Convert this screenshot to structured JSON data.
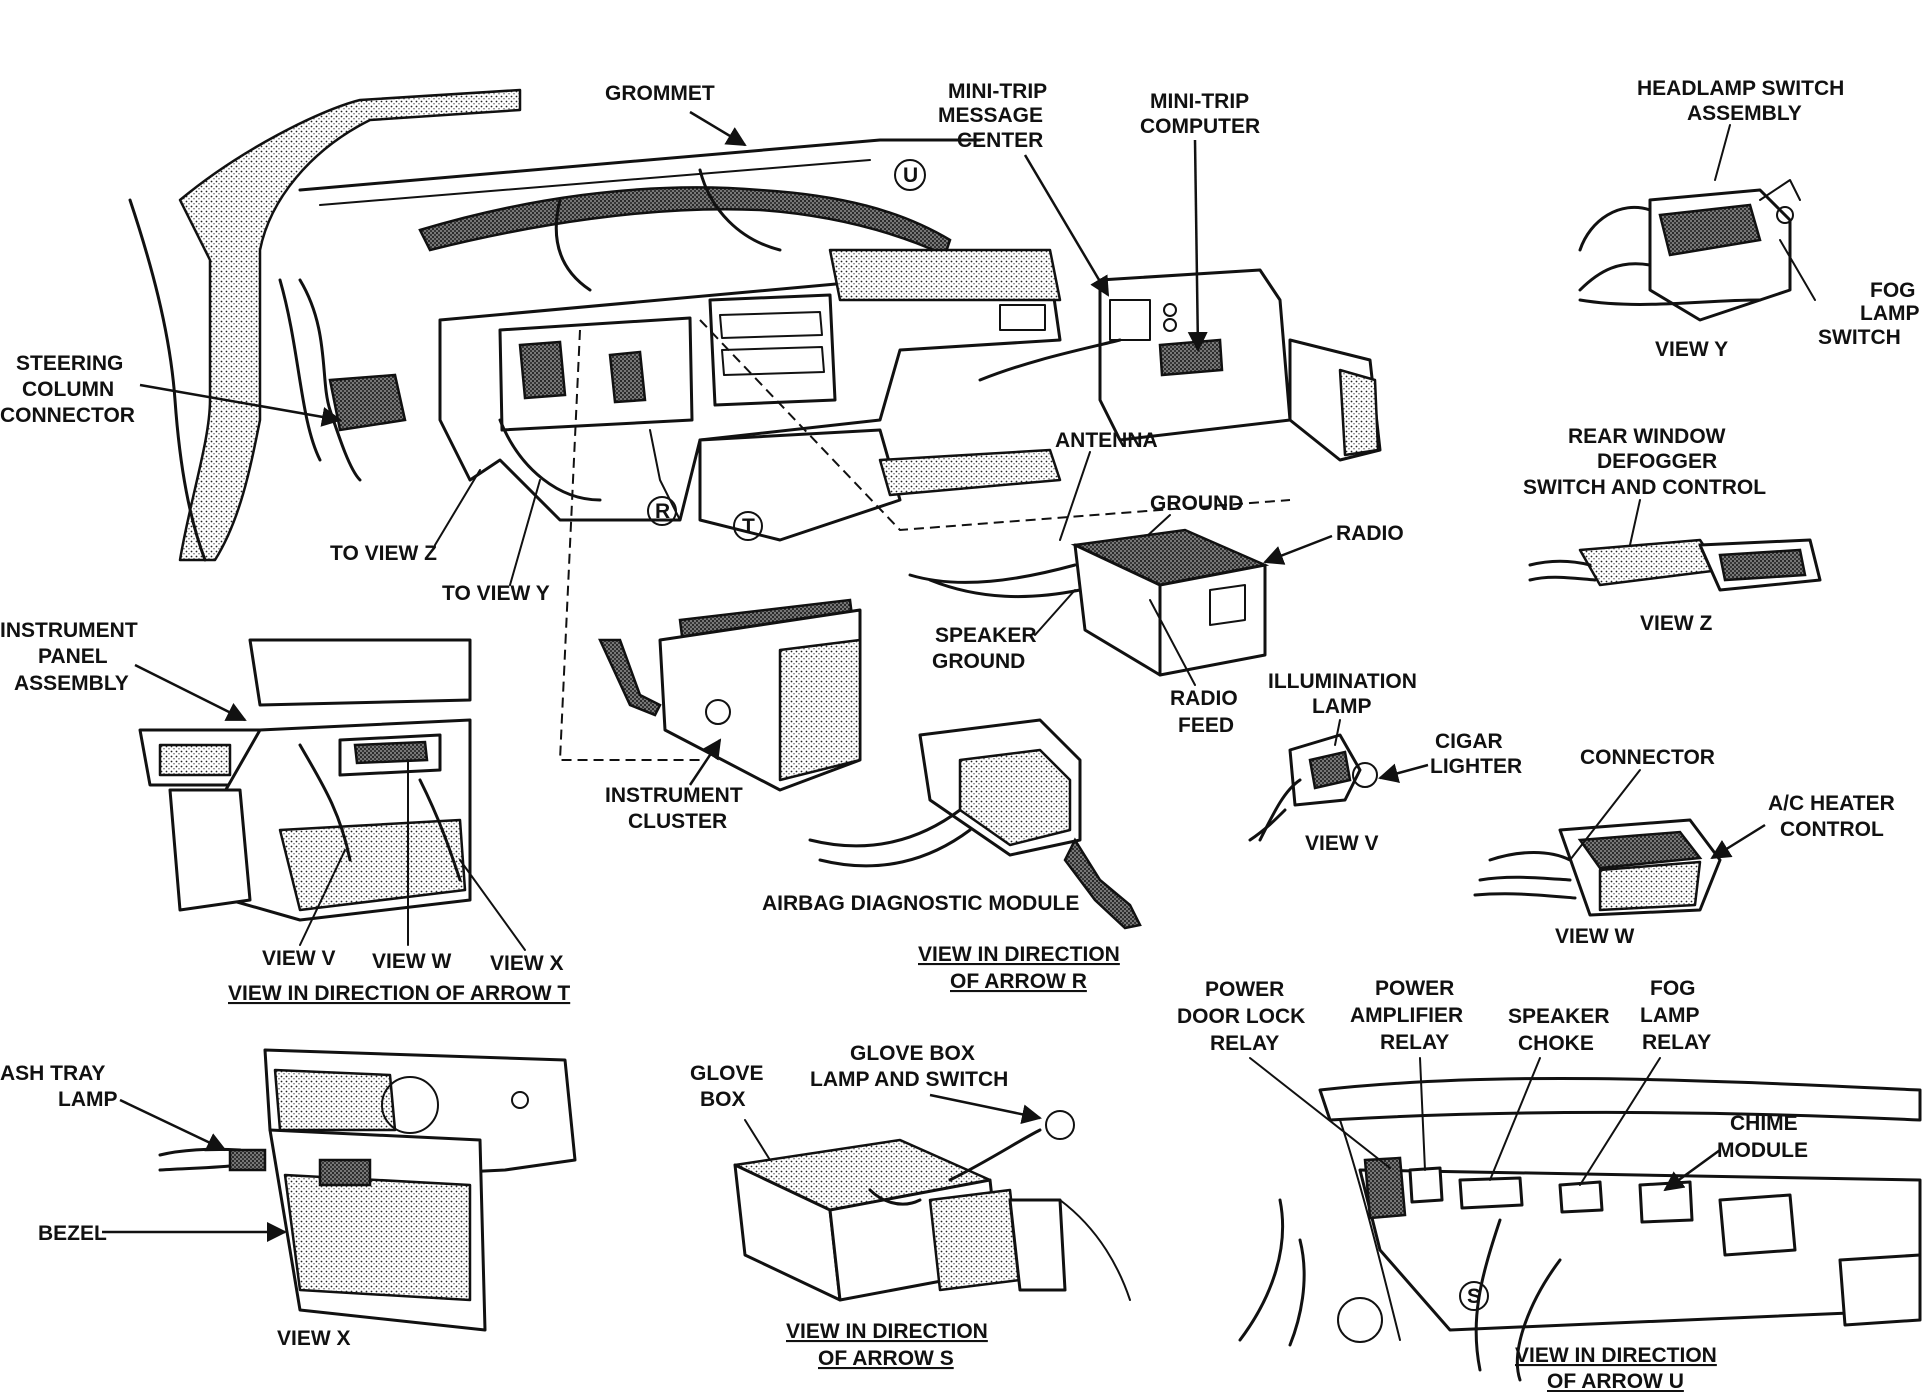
{
  "labels": {
    "grommet": "GROMMET",
    "mini_trip_message_center": [
      "MINI-TRIP",
      "MESSAGE",
      "CENTER"
    ],
    "mini_trip_computer": [
      "MINI-TRIP",
      "COMPUTER"
    ],
    "headlamp_switch_assembly": [
      "HEADLAMP SWITCH",
      "ASSEMBLY"
    ],
    "fog_lamp_switch": [
      "FOG",
      "LAMP",
      "SWITCH"
    ],
    "view_y": "VIEW Y",
    "steering_column_connector": [
      "STEERING",
      "COLUMN",
      "CONNECTOR"
    ],
    "antenna": "ANTENNA",
    "ground": "GROUND",
    "radio": "RADIO",
    "rear_window_defogger": [
      "REAR WINDOW",
      "DEFOGGER",
      "SWITCH AND CONTROL"
    ],
    "view_z": "VIEW Z",
    "to_view_z": "TO VIEW Z",
    "to_view_y": "TO VIEW Y",
    "instrument_panel_assembly": [
      "INSTRUMENT",
      "PANEL",
      "ASSEMBLY"
    ],
    "speaker_ground": [
      "SPEAKER",
      "GROUND"
    ],
    "radio_feed": [
      "RADIO",
      "FEED"
    ],
    "illumination_lamp": [
      "ILLUMINATION",
      "LAMP"
    ],
    "cigar_lighter": [
      "CIGAR",
      "LIGHTER"
    ],
    "connector": "CONNECTOR",
    "ac_heater_control": [
      "A/C HEATER",
      "CONTROL"
    ],
    "instrument_cluster": [
      "INSTRUMENT",
      "CLUSTER"
    ],
    "view_v_small": "VIEW V",
    "view_w_small": "VIEW W",
    "airbag_diagnostic_module": "AIRBAG DIAGNOSTIC MODULE",
    "view_direction_r": [
      "VIEW IN DIRECTION",
      "OF ARROW R"
    ],
    "view_v": "VIEW V",
    "view_w": "VIEW W",
    "view_x": "VIEW X",
    "view_direction_t": "VIEW IN DIRECTION OF ARROW  T",
    "power_door_lock_relay": [
      "POWER",
      "DOOR LOCK",
      "RELAY"
    ],
    "power_amplifier_relay": [
      "POWER",
      "AMPLIFIER",
      "RELAY"
    ],
    "speaker_choke": [
      "SPEAKER",
      "CHOKE"
    ],
    "fog_lamp_relay": [
      "FOG",
      "LAMP",
      "RELAY"
    ],
    "chime_module": [
      "CHIME",
      "MODULE"
    ],
    "ash_tray_lamp": [
      "ASH TRAY",
      "LAMP"
    ],
    "glove_box": [
      "GLOVE",
      "BOX"
    ],
    "glove_box_lamp_switch": [
      "GLOVE BOX",
      "LAMP AND SWITCH"
    ],
    "bezel": "BEZEL",
    "view_x_bottom": "VIEW X",
    "view_direction_s": [
      "VIEW IN DIRECTION",
      "OF ARROW S"
    ],
    "view_direction_u": [
      "VIEW IN DIRECTION",
      "OF ARROW U"
    ]
  },
  "callouts": {
    "u": "U",
    "r": "R",
    "t": "T",
    "s": "S"
  },
  "icons": [
    "circle-arrow-u-icon",
    "circle-arrow-r-icon",
    "circle-arrow-t-icon",
    "circle-arrow-s-icon"
  ]
}
